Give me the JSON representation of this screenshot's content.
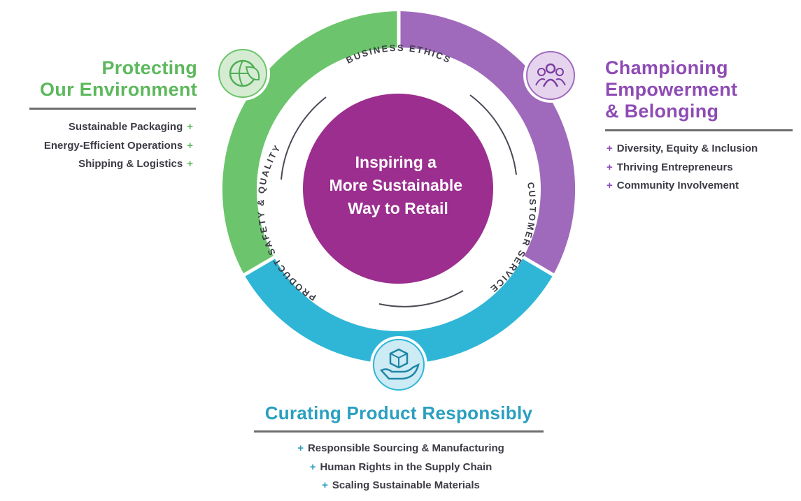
{
  "center": {
    "line1": "Inspiring a",
    "line2": "More Sustainable",
    "line3": "Way to Retail"
  },
  "inner_ring_labels": {
    "top": "BUSINESS ETHICS",
    "left": "PRODUCT SAFETY & QUALITY",
    "right": "CUSTOMER SERVICE"
  },
  "pillars": {
    "environment": {
      "title_line1": "Protecting",
      "title_line2": "Our Environment",
      "items": [
        "Sustainable Packaging",
        "Energy-Efficient Operations",
        "Shipping & Logistics"
      ],
      "icon": "globe-leaf-icon"
    },
    "empowerment": {
      "title_line1": "Championing",
      "title_line2": "Empowerment",
      "title_line3": "& Belonging",
      "items": [
        "Diversity, Equity & Inclusion",
        "Thriving Entrepreneurs",
        "Community Involvement"
      ],
      "icon": "people-group-icon"
    },
    "product": {
      "title": "Curating Product Responsibly",
      "items": [
        "Responsible Sourcing & Manufacturing",
        "Human Rights in the Supply Chain",
        "Scaling Sustainable Materials"
      ],
      "icon": "hand-box-icon"
    }
  },
  "colors": {
    "green": "#6cc56c",
    "green_text": "#5cb85c",
    "purple": "#a06abc",
    "purple_text": "#8e4bb4",
    "blue": "#2fb6d6",
    "blue_text": "#2a9fc0",
    "center": "#9b2e8e",
    "body_text": "#3c3c46"
  }
}
